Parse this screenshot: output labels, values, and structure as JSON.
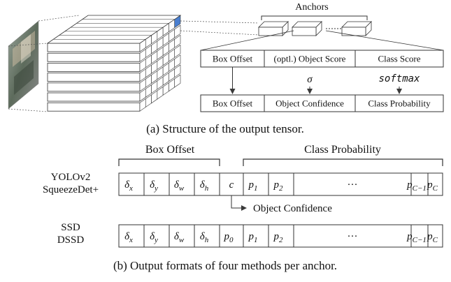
{
  "top": {
    "anchors_label": "Anchors",
    "row1": [
      "Box Offset",
      "(optl.) Object Score",
      "Class Score"
    ],
    "ops": [
      "σ",
      "softmax"
    ],
    "row2": [
      "Box Offset",
      "Object Confidence",
      "Class Probability"
    ],
    "caption": "(a) Structure of the output tensor."
  },
  "bottom": {
    "box_offset_label": "Box Offset",
    "class_prob_label": "Class Probability",
    "yolo_label_1": "YOLOv2",
    "yolo_label_2": "SqueezeDet+",
    "ssd_label_1": "SSD",
    "ssd_label_2": "DSSD",
    "object_conf_label": "Object Confidence",
    "row1_cells": [
      {
        "base": "δ",
        "sub": "x"
      },
      {
        "base": "δ",
        "sub": "y"
      },
      {
        "base": "δ",
        "sub": "w"
      },
      {
        "base": "δ",
        "sub": "h"
      },
      {
        "base": "c",
        "sub": ""
      },
      {
        "base": "p",
        "sub": "1"
      },
      {
        "base": "p",
        "sub": "2"
      },
      {
        "base": "···",
        "sub": ""
      },
      {
        "base": "p",
        "sub": "C−1"
      },
      {
        "base": "p",
        "sub": "C"
      }
    ],
    "row2_cells": [
      {
        "base": "δ",
        "sub": "x"
      },
      {
        "base": "δ",
        "sub": "y"
      },
      {
        "base": "δ",
        "sub": "w"
      },
      {
        "base": "δ",
        "sub": "h"
      },
      {
        "base": "p",
        "sub": "0"
      },
      {
        "base": "p",
        "sub": "1"
      },
      {
        "base": "p",
        "sub": "2"
      },
      {
        "base": "···",
        "sub": ""
      },
      {
        "base": "p",
        "sub": "C−1"
      },
      {
        "base": "p",
        "sub": "C"
      }
    ],
    "caption": "(b) Output formats of four methods per anchor."
  },
  "colors": {
    "line": "#3a3a3a",
    "highlight": "#4a7fd0",
    "photo": "#6d7f6a"
  }
}
